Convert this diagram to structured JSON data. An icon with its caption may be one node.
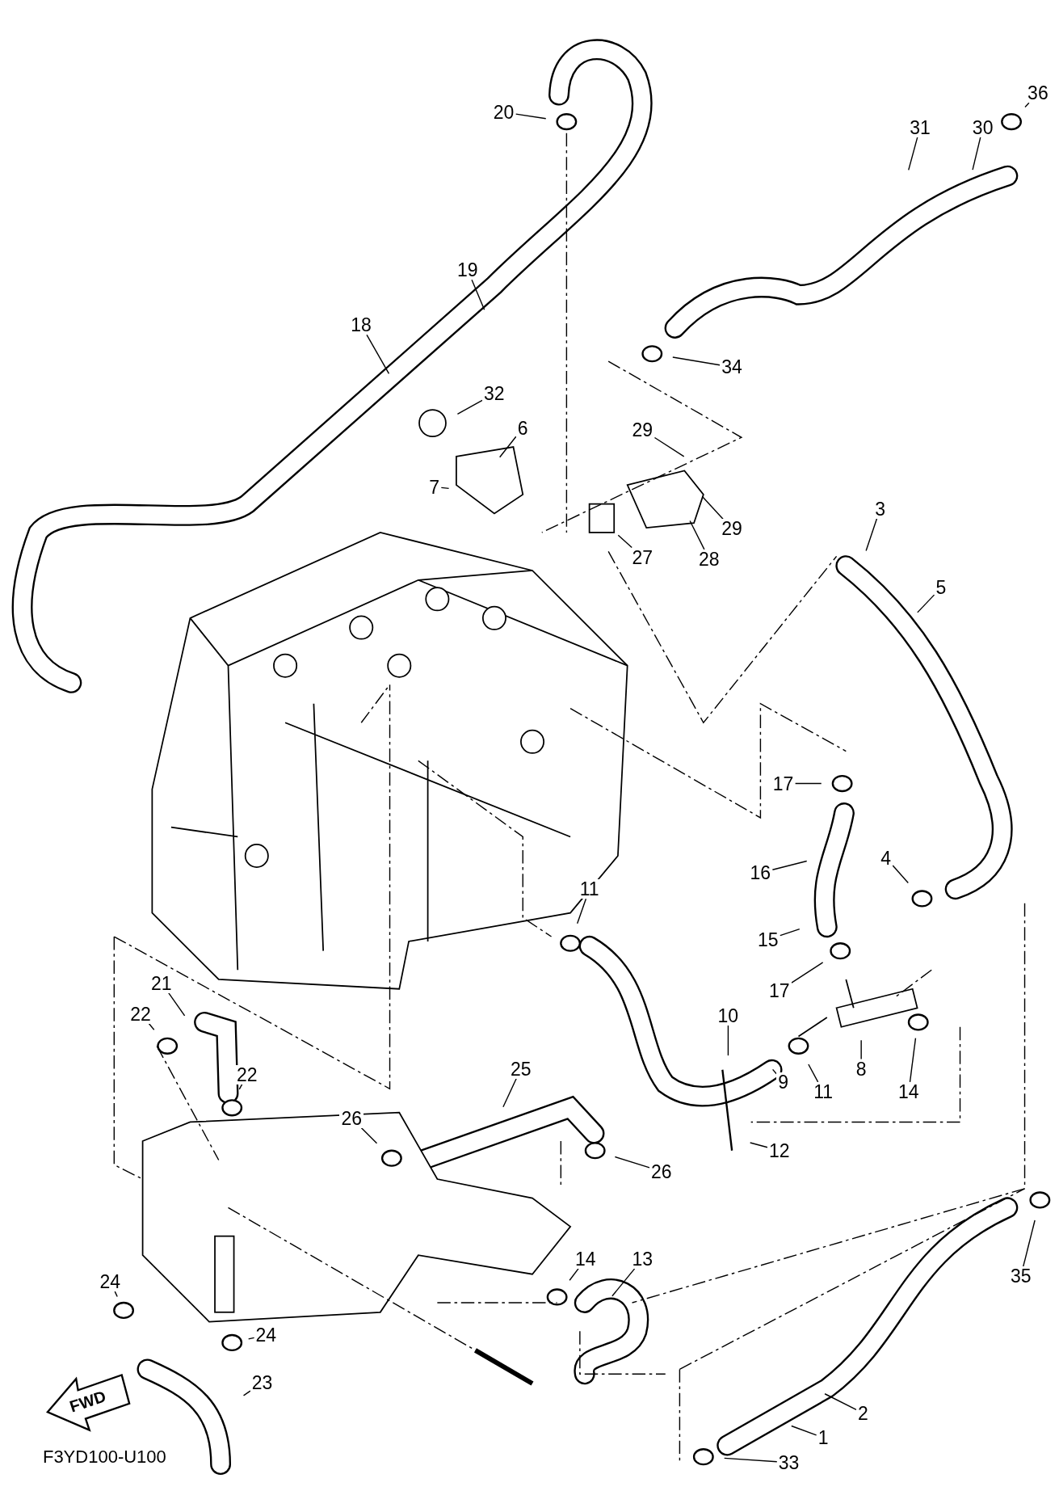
{
  "diagram": {
    "nodes": [
      {
        "text": [
          "20"
        ]
      },
      {
        "text": [
          "36"
        ]
      },
      {
        "text": [
          "30"
        ]
      },
      {
        "text": [
          "31"
        ]
      },
      {
        "text": [
          "19"
        ]
      },
      {
        "text": [
          "18"
        ]
      },
      {
        "text": [
          "34"
        ]
      },
      {
        "text": [
          "32"
        ]
      },
      {
        "text": [
          "6"
        ]
      },
      {
        "text": [
          "29"
        ]
      },
      {
        "text": [
          "7"
        ]
      },
      {
        "text": [
          "29"
        ]
      },
      {
        "text": [
          "3"
        ]
      },
      {
        "text": [
          "5"
        ]
      },
      {
        "text": [
          "28"
        ]
      },
      {
        "text": [
          "27"
        ]
      },
      {
        "text": [
          "17"
        ]
      },
      {
        "text": [
          "4"
        ]
      },
      {
        "text": [
          "16"
        ]
      },
      {
        "text": [
          "11"
        ]
      },
      {
        "text": [
          "15"
        ]
      },
      {
        "text": [
          "17"
        ]
      },
      {
        "text": [
          "21"
        ]
      },
      {
        "text": [
          "22"
        ]
      },
      {
        "text": [
          "10"
        ]
      },
      {
        "text": [
          "11"
        ]
      },
      {
        "text": [
          "8"
        ]
      },
      {
        "text": [
          "14"
        ]
      },
      {
        "text": [
          "9"
        ]
      },
      {
        "text": [
          "22"
        ]
      },
      {
        "text": [
          "25"
        ]
      },
      {
        "text": [
          "12"
        ]
      },
      {
        "text": [
          "26"
        ]
      },
      {
        "text": [
          "26"
        ]
      },
      {
        "text": [
          "14"
        ]
      },
      {
        "text": [
          "13"
        ]
      },
      {
        "text": [
          "24"
        ]
      },
      {
        "text": [
          "35"
        ]
      },
      {
        "text": [
          "24"
        ]
      },
      {
        "text": [
          "23"
        ]
      },
      {
        "text": [
          "2"
        ]
      },
      {
        "text": [
          "1"
        ]
      },
      {
        "text": [
          "33"
        ]
      }
    ],
    "edges": [
      {
        "from": 0,
        "to": null,
        "arrow": "none"
      },
      {
        "from": 1,
        "to": null,
        "arrow": "none"
      },
      {
        "from": 2,
        "to": null,
        "arrow": "none"
      },
      {
        "from": 3,
        "to": null,
        "arrow": "none"
      },
      {
        "from": 4,
        "to": null,
        "arrow": "none"
      },
      {
        "from": 5,
        "to": null,
        "arrow": "none"
      },
      {
        "from": 6,
        "to": null,
        "arrow": "none"
      },
      {
        "from": 7,
        "to": null,
        "arrow": "none"
      },
      {
        "from": 8,
        "to": null,
        "arrow": "none"
      },
      {
        "from": 9,
        "to": null,
        "arrow": "none"
      },
      {
        "from": 10,
        "to": null,
        "arrow": "none"
      },
      {
        "from": 11,
        "to": null,
        "arrow": "none"
      },
      {
        "from": 12,
        "to": null,
        "arrow": "none"
      },
      {
        "from": 13,
        "to": null,
        "arrow": "none"
      },
      {
        "from": 14,
        "to": null,
        "arrow": "none"
      },
      {
        "from": 15,
        "to": null,
        "arrow": "none"
      },
      {
        "from": 16,
        "to": null,
        "arrow": "none"
      },
      {
        "from": 17,
        "to": null,
        "arrow": "none"
      },
      {
        "from": 18,
        "to": null,
        "arrow": "none"
      },
      {
        "from": 19,
        "to": null,
        "arrow": "none"
      },
      {
        "from": 20,
        "to": null,
        "arrow": "none"
      },
      {
        "from": 21,
        "to": null,
        "arrow": "none"
      },
      {
        "from": 22,
        "to": null,
        "arrow": "none"
      },
      {
        "from": 23,
        "to": null,
        "arrow": "none"
      },
      {
        "from": 24,
        "to": null,
        "arrow": "none"
      },
      {
        "from": 25,
        "to": null,
        "arrow": "none"
      },
      {
        "from": 26,
        "to": null,
        "arrow": "none"
      },
      {
        "from": 27,
        "to": null,
        "arrow": "none"
      },
      {
        "from": 28,
        "to": null,
        "arrow": "none"
      },
      {
        "from": 29,
        "to": null,
        "arrow": "none"
      },
      {
        "from": 30,
        "to": null,
        "arrow": "none"
      },
      {
        "from": 31,
        "to": null,
        "arrow": "none"
      },
      {
        "from": 32,
        "to": null,
        "arrow": "none"
      },
      {
        "from": 33,
        "to": null,
        "arrow": "none"
      },
      {
        "from": 34,
        "to": null,
        "arrow": "none"
      },
      {
        "from": 35,
        "to": null,
        "arrow": "none"
      },
      {
        "from": 36,
        "to": null,
        "arrow": "none"
      },
      {
        "from": 37,
        "to": null,
        "arrow": "none"
      },
      {
        "from": 38,
        "to": null,
        "arrow": "none"
      },
      {
        "from": 39,
        "to": null,
        "arrow": "none"
      },
      {
        "from": 40,
        "to": null,
        "arrow": "none"
      },
      {
        "from": 41,
        "to": null,
        "arrow": "none"
      },
      {
        "from": 42,
        "to": null,
        "arrow": "none"
      }
    ],
    "labels": [
      "FWD",
      "F3YD100-U100"
    ]
  }
}
